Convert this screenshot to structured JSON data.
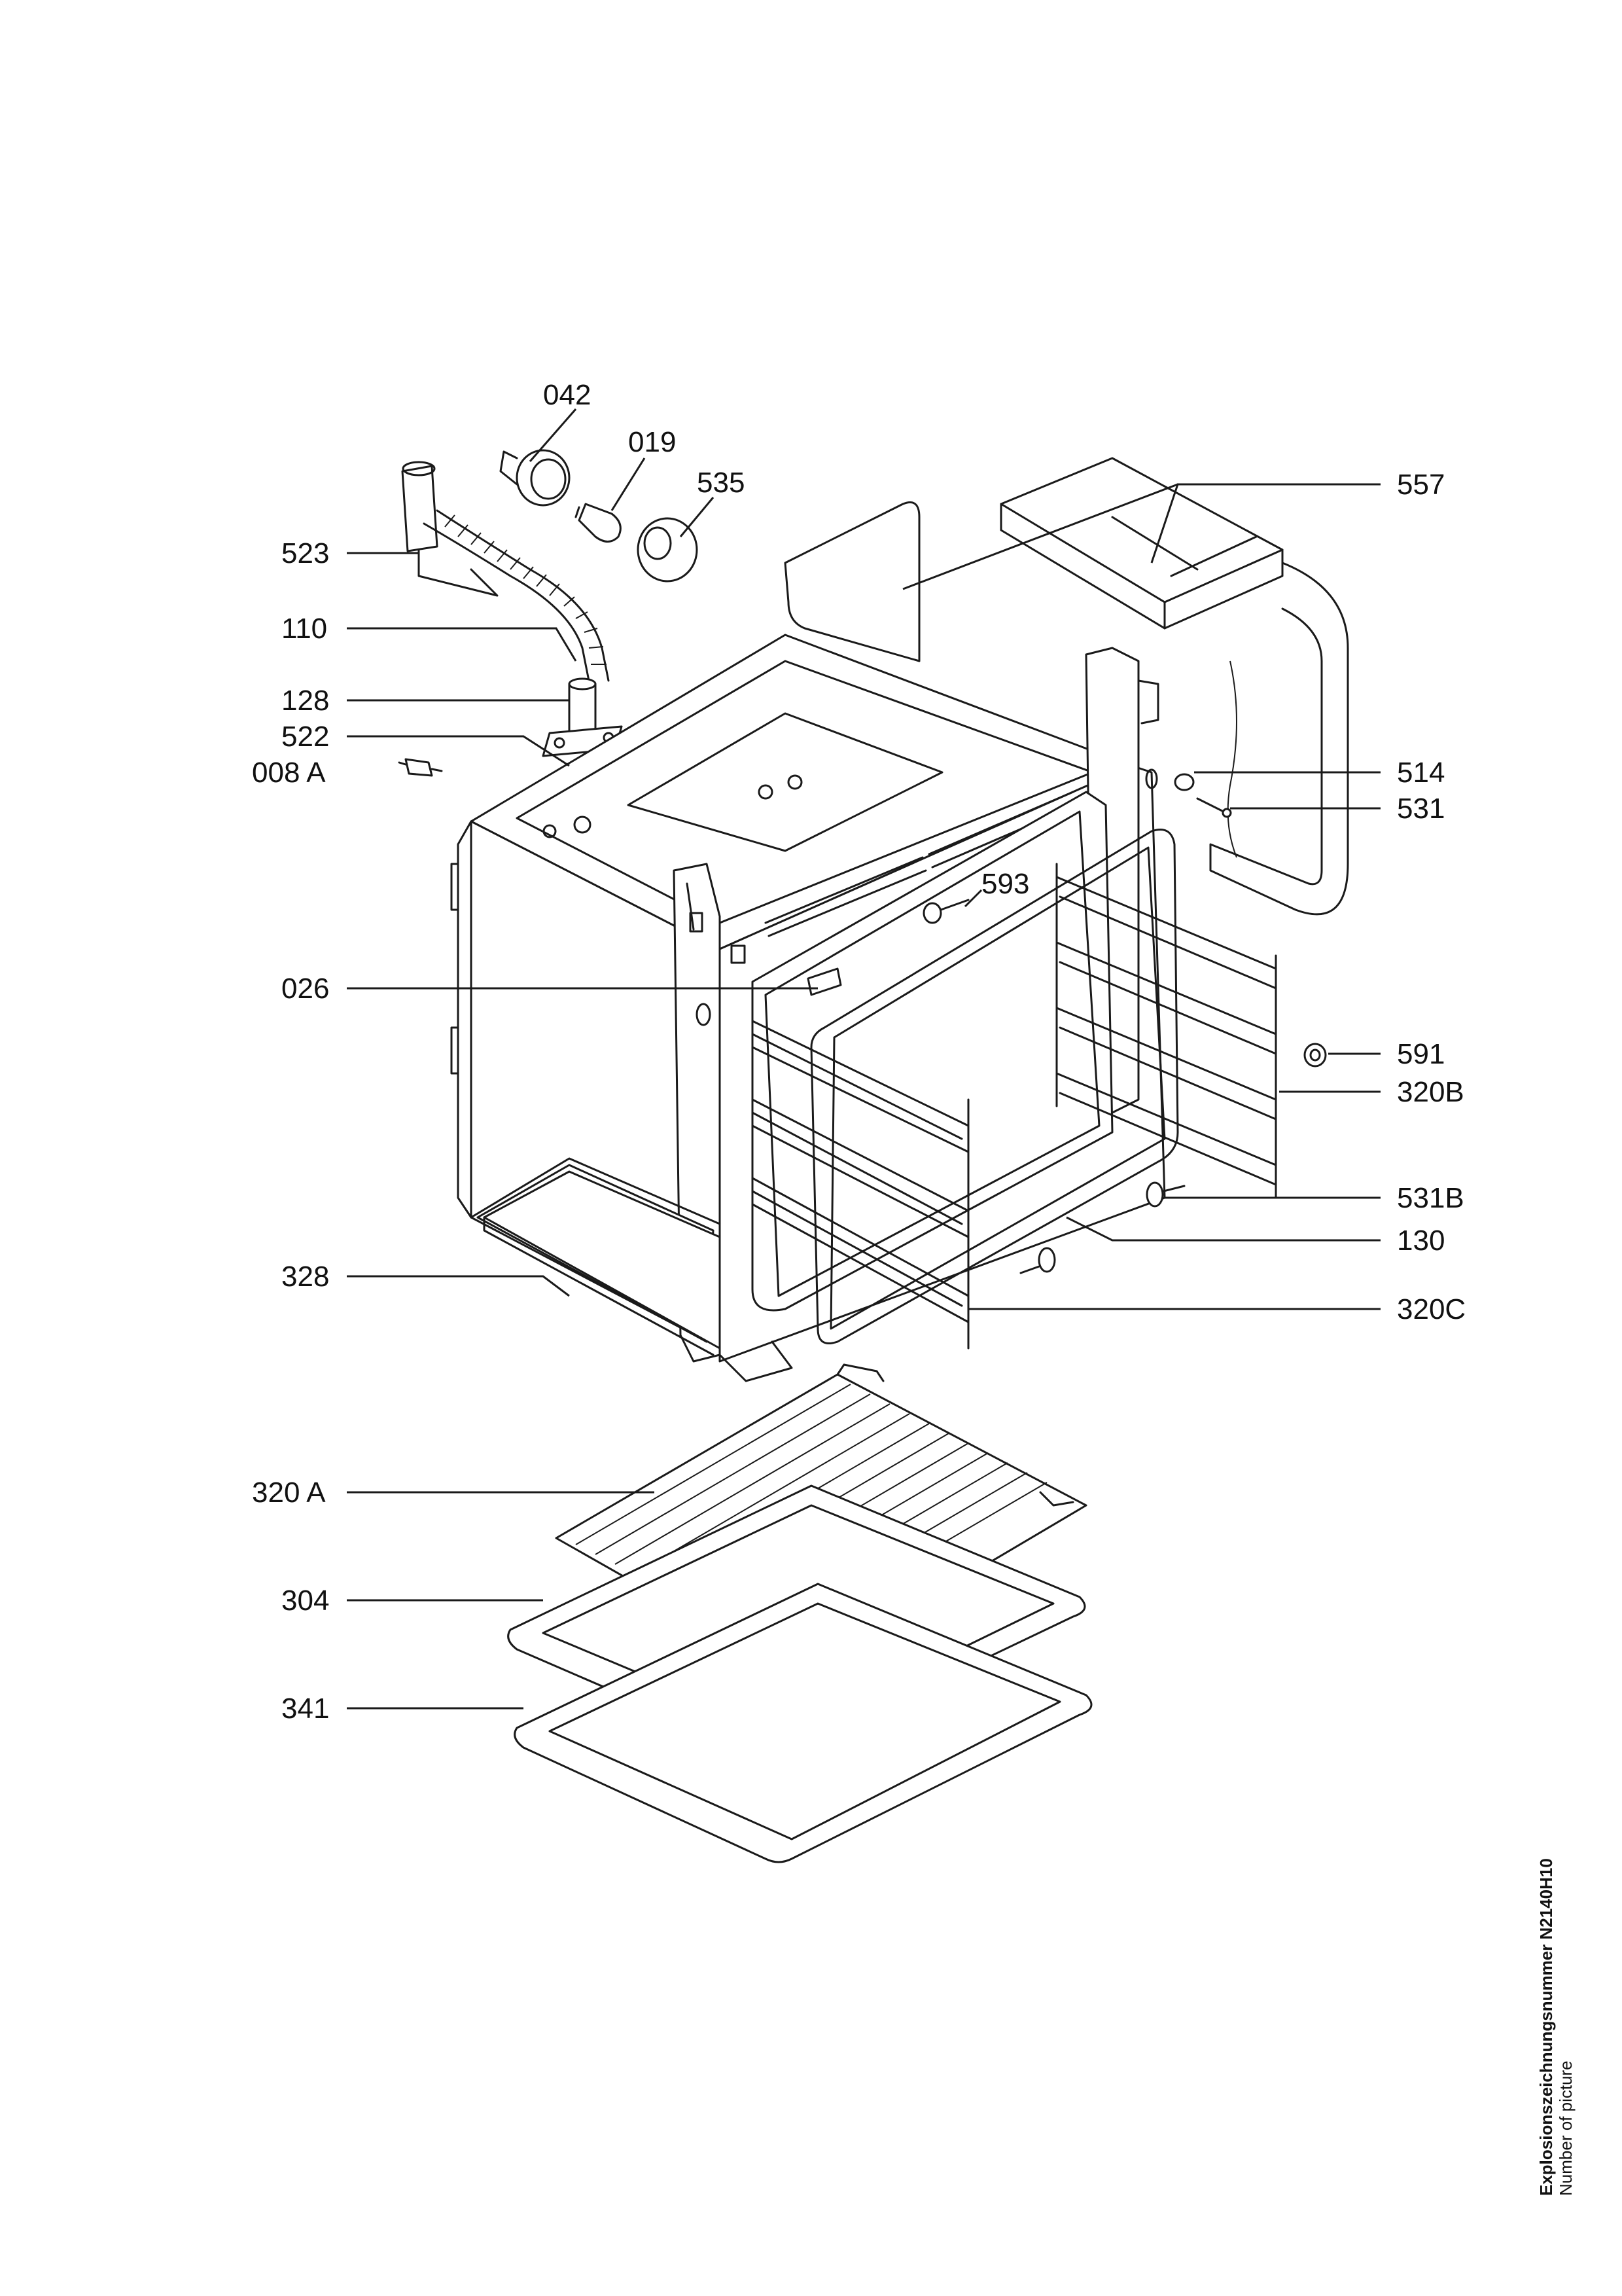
{
  "diagram": {
    "labels": {
      "p042": "042",
      "p019": "019",
      "p535": "535",
      "p557": "557",
      "p523": "523",
      "p110": "110",
      "p128": "128",
      "p522": "522",
      "p008a": "008 A",
      "p514": "514",
      "p531": "531",
      "p593": "593",
      "p026": "026",
      "p591": "591",
      "p320b": "320B",
      "p531b": "531B",
      "p130": "130",
      "p328": "328",
      "p320c": "320C",
      "p320a": "320 A",
      "p304": "304",
      "p341": "341"
    }
  },
  "caption": {
    "drawing_number": "Explosionszeichnungsnummer N2140H10",
    "subtitle": "Number of picture"
  }
}
